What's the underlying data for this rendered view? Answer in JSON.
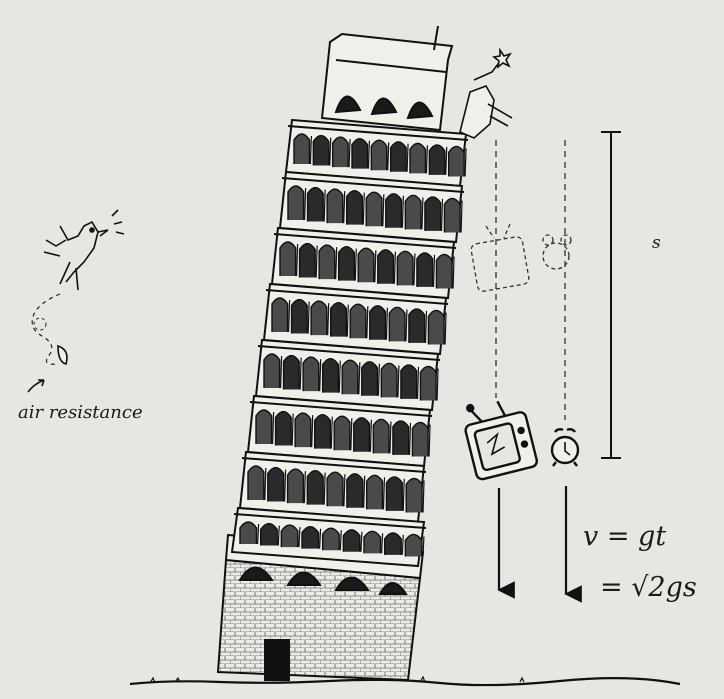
{
  "labels": {
    "air_resistance": "air resistance",
    "distance": "s",
    "velocity_line1": "v = gt",
    "velocity_line2": "= √2gs"
  },
  "colors": {
    "paper": "#e6e7e2",
    "ink": "#1a1a1a"
  },
  "icons": [
    "tower-icon",
    "bird-icon",
    "feather-icon",
    "person-icon",
    "tv-icon",
    "alarm-clock-icon",
    "arrow-icon"
  ]
}
